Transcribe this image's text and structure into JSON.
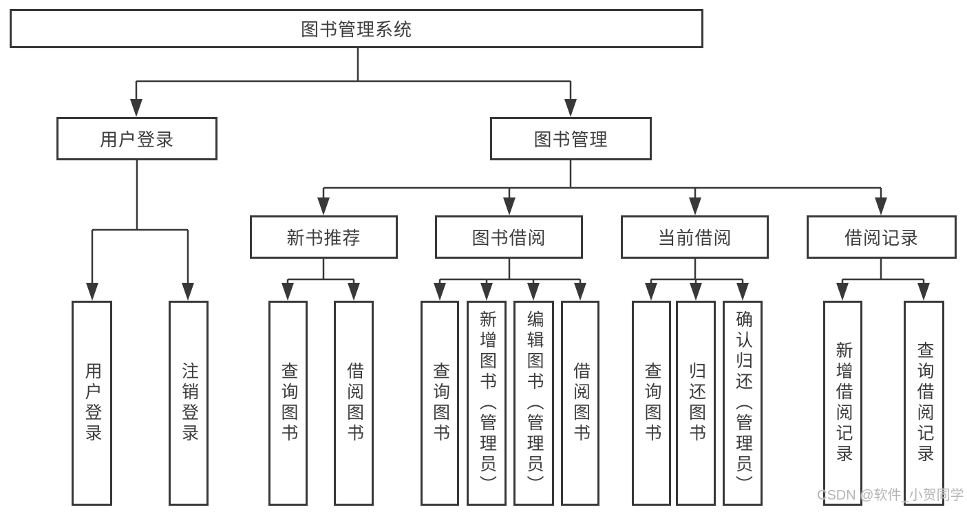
{
  "colors": {
    "line": "#383838",
    "text": "#3d3d3d",
    "watermark": "#b5b5b5"
  },
  "nodes": {
    "root": "图书管理系统",
    "user_login": "用户登录",
    "book_management": "图书管理",
    "new_book_recommend": "新书推荐",
    "book_borrowing": "图书借阅",
    "current_borrowing": "当前借阅",
    "borrowing_records": "借阅记录",
    "leaf_user_login": "用户登录",
    "leaf_logout": "注销登录",
    "leaf_recommend_query_books": "查询图书",
    "leaf_recommend_borrow_books": "借阅图书",
    "leaf_borrowing_query_books": "查询图书",
    "leaf_add_books_admin": "新增图书（管理员）",
    "leaf_edit_books_admin": "编辑图书（管理员）",
    "leaf_borrowing_borrow_books": "借阅图书",
    "leaf_current_query_books": "查询图书",
    "leaf_return_books": "归还图书",
    "leaf_confirm_return_admin": "确认归还（管理员）",
    "leaf_add_borrow_record": "新增借阅记录",
    "leaf_query_borrow_record": "查询借阅记录"
  },
  "watermark": {
    "text": "CSDN @软件_小贺同学"
  }
}
